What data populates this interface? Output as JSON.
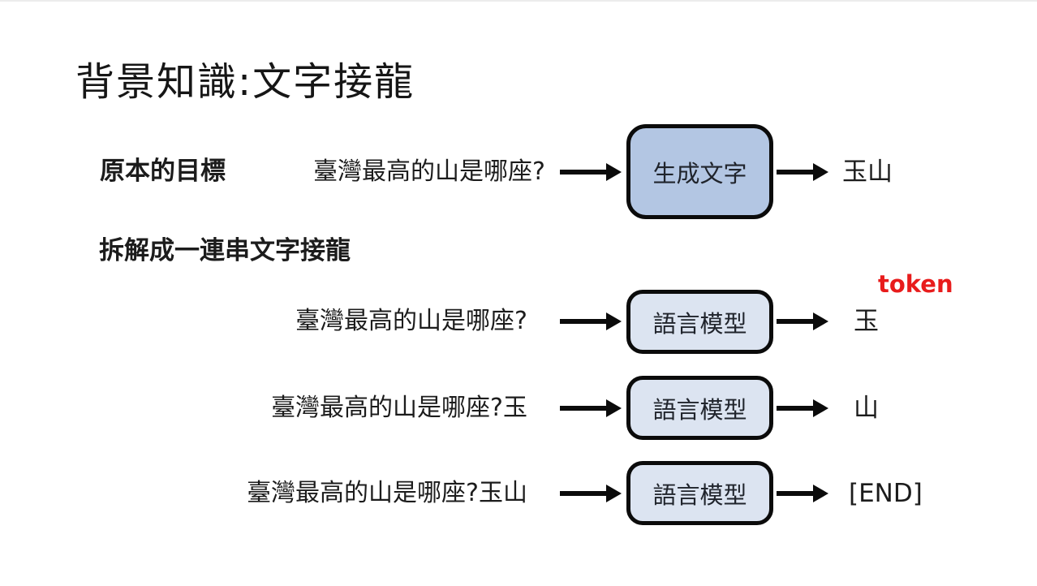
{
  "slide": {
    "title": "背景知識:文字接龍",
    "sections": {
      "original_goal": "原本的目標",
      "decompose": "拆解成一連串文字接龍"
    },
    "token_annotation": "token",
    "flows": [
      {
        "input": "臺灣最高的山是哪座?",
        "box": "生成文字",
        "output": "玉山"
      },
      {
        "input": "臺灣最高的山是哪座?",
        "box": "語言模型",
        "output": "玉"
      },
      {
        "input": "臺灣最高的山是哪座?玉",
        "box": "語言模型",
        "output": "山"
      },
      {
        "input": "臺灣最高的山是哪座?玉山",
        "box": "語言模型",
        "output": "[END]"
      }
    ],
    "colors": {
      "generate_box_fill": "#b3c6e3",
      "language_model_box_fill": "#dce4f1",
      "box_border": "#0b0b0b",
      "arrow": "#0b0b0b",
      "token_text": "#e81c1c",
      "text": "#1c1c1c"
    }
  }
}
